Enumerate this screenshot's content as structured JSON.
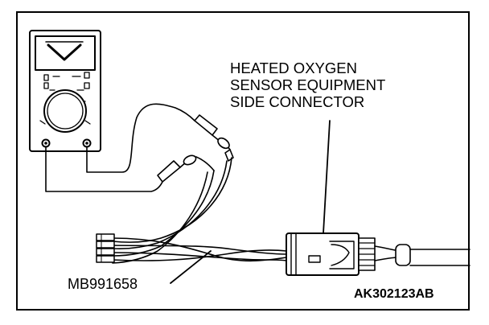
{
  "callout": {
    "line1": "HEATED OXYGEN",
    "line2": "SENSOR EQUIPMENT",
    "line3": "SIDE CONNECTOR"
  },
  "tool_label": "MB991658",
  "figure_code": "AK302123AB",
  "icons": {
    "meter": "multimeter-icon",
    "connector": "connector-icon",
    "harness": "test-harness-icon"
  }
}
